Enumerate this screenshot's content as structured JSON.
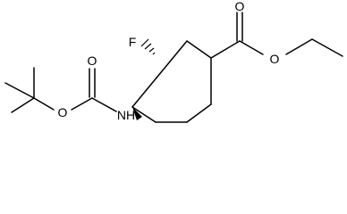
{
  "molecule": {
    "atoms": {
      "fluorine": "F",
      "nitrogen_hydrogen": "NH",
      "carbamate_carbonyl_oxygen": "O",
      "carbamate_ester_oxygen": "O",
      "ester_carbonyl_oxygen": "O",
      "ester_ether_oxygen": "O"
    },
    "colors": {
      "ink": "#000000",
      "background": "#ffffff"
    }
  }
}
